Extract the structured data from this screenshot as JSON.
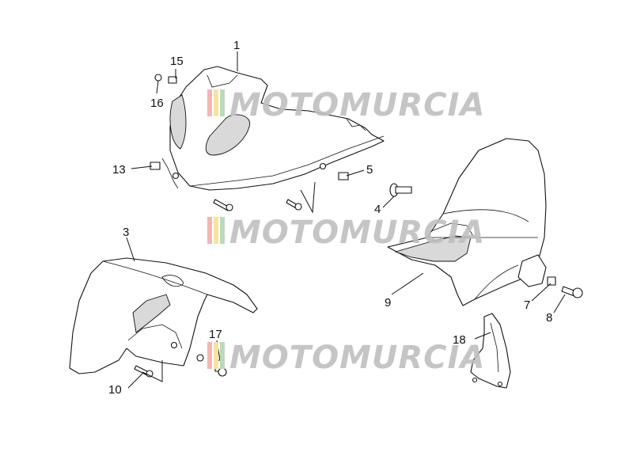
{
  "callouts": [
    "1",
    "15",
    "16",
    "13",
    "5",
    "4",
    "3",
    "9",
    "7",
    "8",
    "17",
    "18",
    "10"
  ],
  "watermark": {
    "text": "MOTOMURCIA",
    "colors": {
      "bar1": "#f0b7b7",
      "bar2": "#f3e4a2",
      "bar3": "#b9dcb6",
      "text": "#bfbfbf"
    }
  }
}
